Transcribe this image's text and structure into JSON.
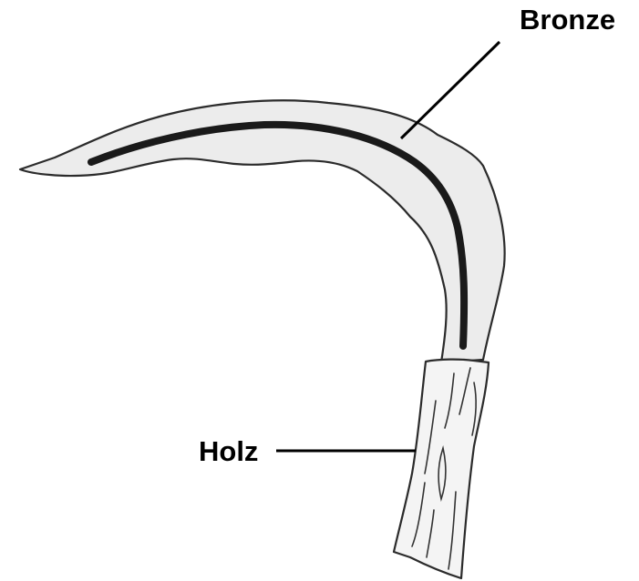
{
  "labels": {
    "bronze": "Bronze",
    "holz": "Holz"
  },
  "colors": {
    "background": "#ffffff",
    "blade_fill": "#ececec",
    "outline": "#2b2b2b",
    "midrib": "#1a1a1a",
    "handle_fill": "#f4f4f4",
    "text": "#000000"
  },
  "icons": {
    "blade": "bronze-sickle-blade",
    "handle": "wooden-handle"
  }
}
